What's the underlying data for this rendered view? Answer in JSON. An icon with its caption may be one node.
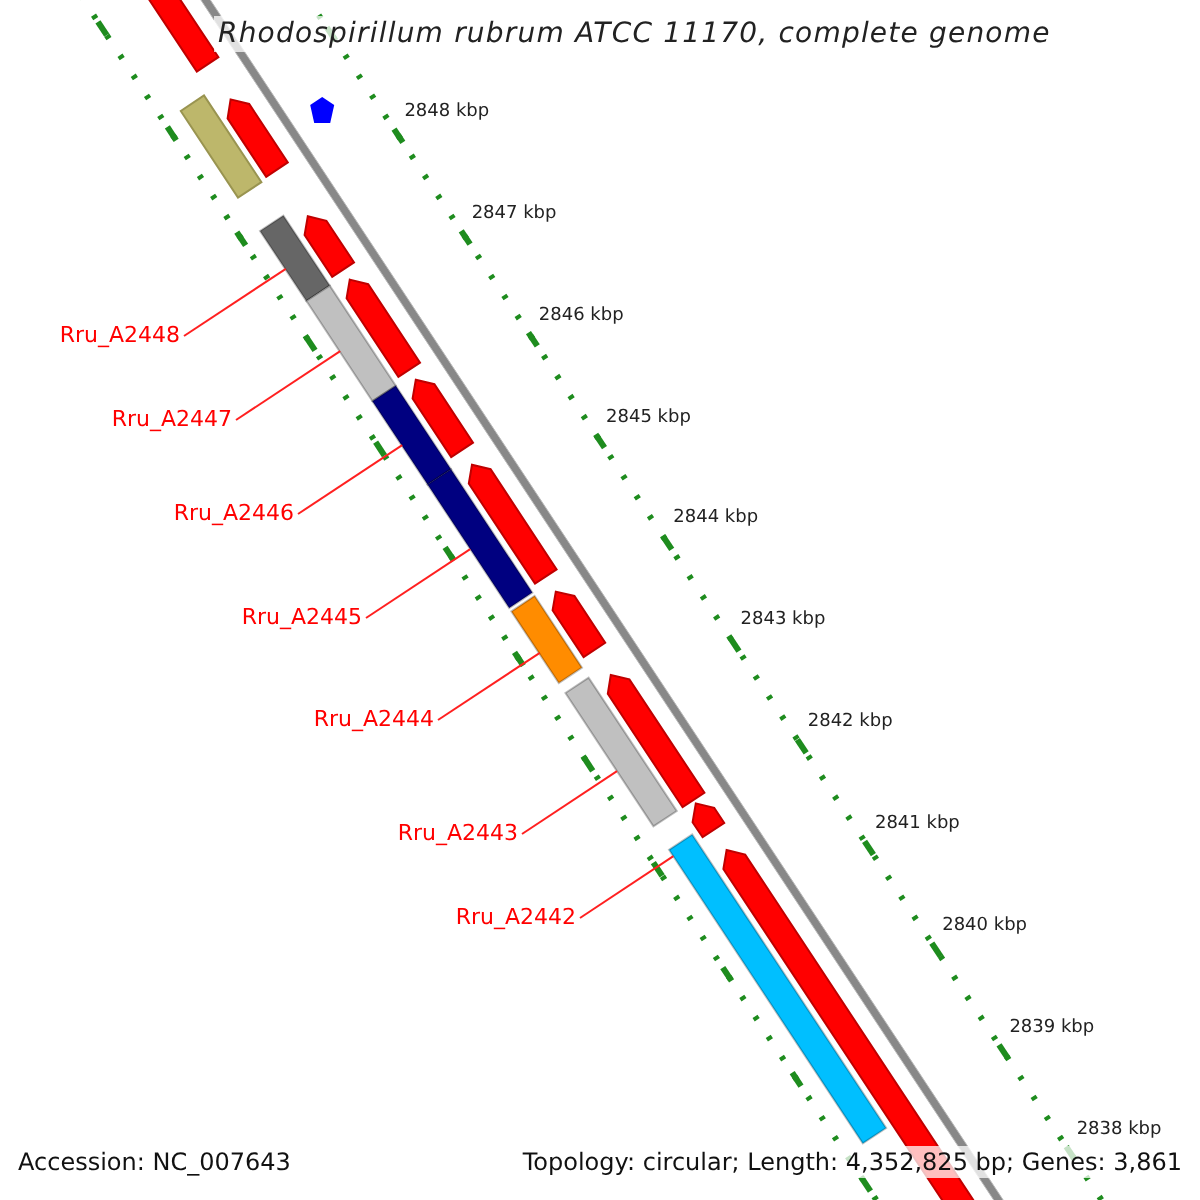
{
  "diagram": {
    "title": "Rhodospirillum rubrum ATCC 11170, complete genome",
    "nodes": [
      {
        "text": [
          "Rru_A2448"
        ]
      },
      {
        "text": [
          "Rru_A2447"
        ]
      },
      {
        "text": [
          "Rru_A2446"
        ]
      },
      {
        "text": [
          "Rru_A2445"
        ]
      },
      {
        "text": [
          "Rru_A2444"
        ]
      },
      {
        "text": [
          "Rru_A2443"
        ]
      },
      {
        "text": [
          "Rru_A2442"
        ]
      },
      {
        "text": [],
        "shape": "bar"
      },
      {
        "text": [],
        "shape": "bar"
      },
      {
        "text": [],
        "shape": "bar"
      },
      {
        "text": [],
        "shape": "bar"
      },
      {
        "text": [],
        "shape": "bar"
      },
      {
        "text": [],
        "shape": "bar"
      },
      {
        "text": [],
        "shape": "bar"
      }
    ],
    "edges": [
      {
        "from": 0,
        "to": 7,
        "arrow": "none"
      },
      {
        "from": 1,
        "to": 8,
        "arrow": "none"
      },
      {
        "from": 2,
        "to": 9,
        "arrow": "none"
      },
      {
        "from": 3,
        "to": 10,
        "arrow": "none"
      },
      {
        "from": 4,
        "to": 11,
        "arrow": "none"
      },
      {
        "from": 5,
        "to": 12,
        "arrow": "none"
      },
      {
        "from": 6,
        "to": 13,
        "arrow": "none"
      }
    ],
    "labels": [
      "2848 kbp",
      "2847 kbp",
      "2846 kbp",
      "2845 kbp",
      "2844 kbp",
      "2843 kbp",
      "2842 kbp",
      "2841 kbp",
      "2840 kbp",
      "2839 kbp",
      "2838 kbp",
      "Accession: NC_007643",
      "Topology: circular; Length: 4,352,825 bp; Genes: 3,861"
    ]
  }
}
